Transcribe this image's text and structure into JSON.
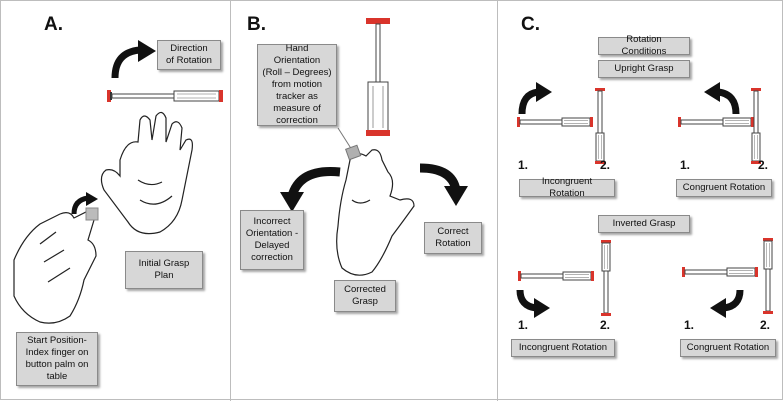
{
  "panels": {
    "a": {
      "label": "A.",
      "direction_box": "Direction\nof Rotation",
      "grasp_box": "Initial Grasp\nPlan",
      "start_box": "Start Position-\nIndex finger on\nbutton palm on\ntable"
    },
    "b": {
      "label": "B.",
      "orientation_box": "Hand Orientation\n(Roll – Degrees)\nfrom motion\ntracker as\nmeasure of\ncorrection",
      "incorrect_box": "Incorrect\nOrientation -\nDelayed\ncorrection",
      "correct_box": "Correct\nRotation",
      "corrected_box": "Corrected\nGrasp"
    },
    "c": {
      "label": "C.",
      "rotation_conditions": "Rotation Conditions",
      "upright_grasp": "Upright Grasp",
      "inverted_grasp": "Inverted Grasp",
      "incongruent_top": "Incongruent Rotation",
      "congruent_top": "Congruent Rotation",
      "incongruent_bottom": "Incongruent Rotation",
      "congruent_bottom": "Congruent Rotation",
      "step1": "1.",
      "step2": "2."
    }
  },
  "colors": {
    "box_fill": "#d7d7d7",
    "handle_red": "#d9342b",
    "arrow": "#111111"
  }
}
